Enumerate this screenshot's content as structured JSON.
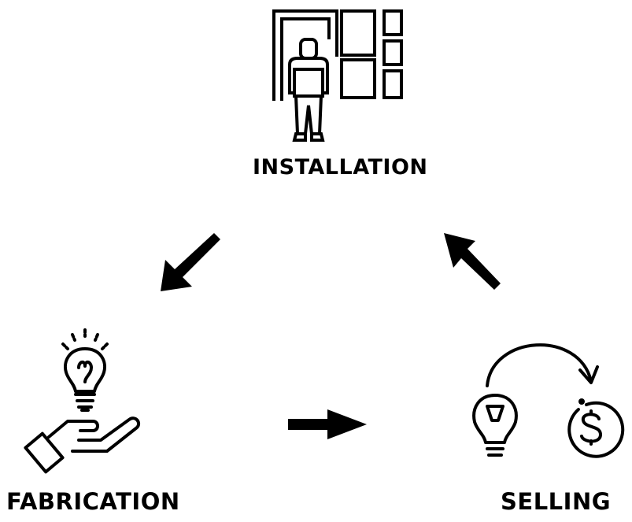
{
  "diagram": {
    "nodes": [
      {
        "id": "installation",
        "label": "INSTALLATION",
        "icon": "worker-installing-windows-icon"
      },
      {
        "id": "fabrication",
        "label": "FABRICATION",
        "icon": "hand-holding-lightbulb-icon"
      },
      {
        "id": "selling",
        "label": "SELLING",
        "icon": "idea-to-money-icon"
      }
    ],
    "edges": [
      {
        "from": "installation",
        "to": "fabrication"
      },
      {
        "from": "fabrication",
        "to": "selling"
      },
      {
        "from": "selling",
        "to": "installation"
      }
    ],
    "colors": {
      "ink": "#000000",
      "background": "#ffffff"
    }
  }
}
